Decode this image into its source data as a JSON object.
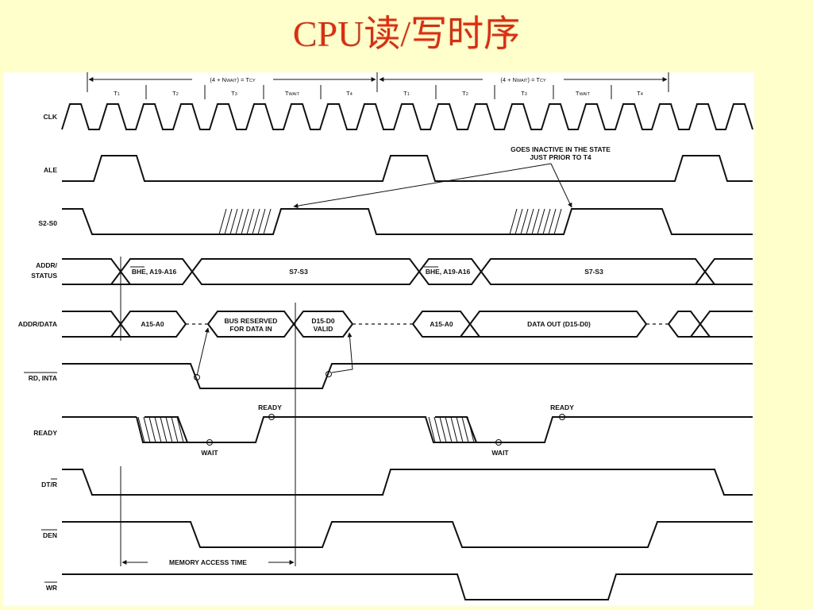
{
  "title": "CPU读/写时序",
  "header": {
    "cycle_formula": "(4 + N",
    "cycle_formula_sub": "WAIT",
    "cycle_formula_end": ") = T",
    "cycle_formula_sub2": "CY",
    "states": [
      {
        "main": "T",
        "sub": "1"
      },
      {
        "main": "T",
        "sub": "2"
      },
      {
        "main": "T",
        "sub": "3"
      },
      {
        "main": "T",
        "sub": "WAIT"
      },
      {
        "main": "T",
        "sub": "4"
      }
    ]
  },
  "signals": {
    "clk": "CLK",
    "ale": "ALE",
    "s2s0": "S2-S0",
    "addr_status_1": "ADDR/",
    "addr_status_2": "STATUS",
    "addr_data": "ADDR/DATA",
    "rd_inta": "RD, INTA",
    "ready": "READY",
    "dt_r": "DT/R",
    "den": "DEN",
    "wr": "WR"
  },
  "bus_labels": {
    "bhe_a19_a16": "BHE, A19-A16",
    "s7_s3": "S7-S3",
    "a15_a0": "A15-A0",
    "bus_reserved_1": "BUS RESERVED",
    "bus_reserved_2": "FOR DATA IN",
    "d15_d0": "D15-D0",
    "valid": "VALID",
    "data_out": "DATA OUT (D15-D0)"
  },
  "annotations": {
    "goes_inactive_1": "GOES INACTIVE IN THE STATE",
    "goes_inactive_2": "JUST PRIOR TO T4",
    "ready": "READY",
    "wait": "WAIT",
    "memory_access_time": "MEMORY ACCESS TIME"
  }
}
